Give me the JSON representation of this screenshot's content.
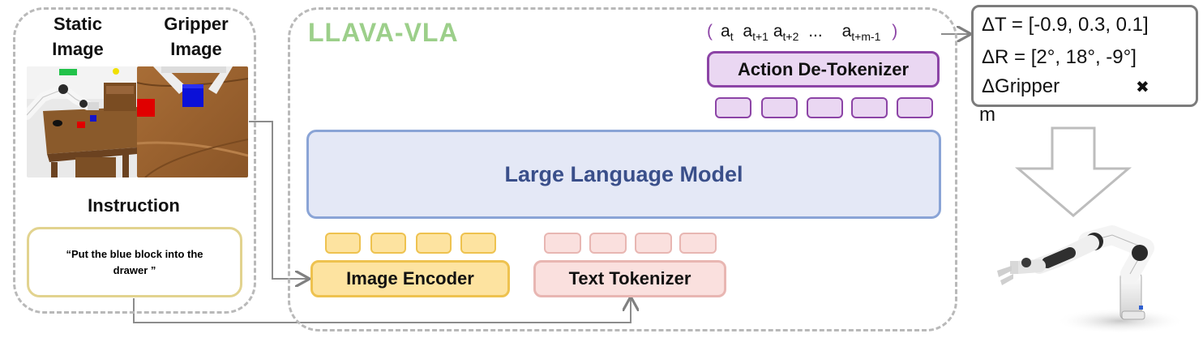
{
  "inputs": {
    "static_image_label": "Static Image",
    "gripper_image_label": "Gripper Image",
    "instruction_label": "Instruction",
    "instruction_text": "“Put the blue block into the drawer ”"
  },
  "model": {
    "title": "LLAVA-VLA",
    "llm_label": "Large Language Model",
    "image_encoder_label": "Image Encoder",
    "text_tokenizer_label": "Text Tokenizer",
    "action_detokenizer_label": "Action De-Tokenizer",
    "action_sequence": {
      "open_paren": "(",
      "a1": "a",
      "a1_sub": "t",
      "a2": "a",
      "a2_sub": "t+1",
      "a3": "a",
      "a3_sub": "t+2",
      "ellipsis": "...",
      "a4": "a",
      "a4_sub": "t+m-1",
      "close_paren": ")"
    },
    "image_token_count": 4,
    "text_token_count": 4,
    "action_token_count": 5
  },
  "output": {
    "delta_t": "ΔT = [-0.9, 0.3, 0.1]",
    "delta_r": "ΔR = [2°, 18°, -9°]",
    "delta_gripper": "ΔGripper",
    "gripper_state_icon": "✖",
    "wrap_char": "m"
  },
  "colors": {
    "llava_title": "#9ccf8a",
    "llm_fill": "#e4e8f6",
    "llm_border": "#8aa4d6",
    "llm_text": "#3a4f8a",
    "image_encoder_fill": "#fde3a0",
    "image_encoder_border": "#eec24f",
    "text_tokenizer_fill": "#fae0de",
    "text_tokenizer_border": "#e8b6b2",
    "action_fill": "#ead7f2",
    "action_border": "#8c44a6",
    "instruction_border": "#e2d38f"
  }
}
